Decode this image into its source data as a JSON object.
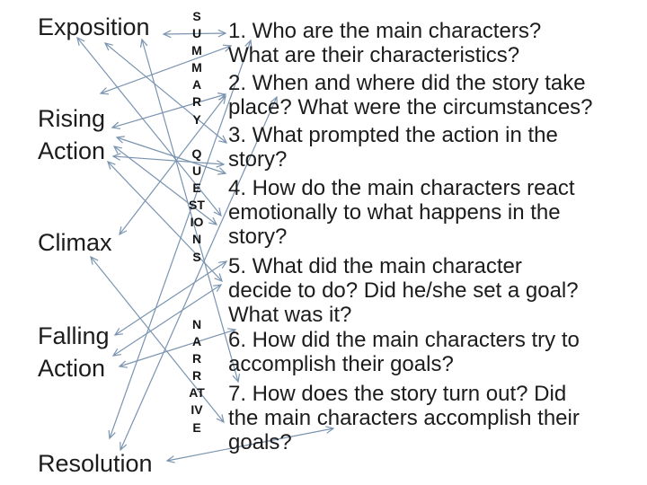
{
  "colors": {
    "arrow": "#7a94b0",
    "text": "#1c1c1c",
    "background": "#ffffff"
  },
  "left_labels": [
    "Exposition",
    "Rising Action",
    "Climax",
    "Falling Action",
    "Resolution"
  ],
  "vertical_labels": [
    "SUMMARY",
    "QUESTIONS",
    "NARRATIVE"
  ],
  "questions": [
    {
      "lines": [
        "1. Who are the main characters?",
        "What are their characteristics?"
      ]
    },
    {
      "lines": [
        "2. When and where did the story take",
        "place? What were the circumstances?"
      ]
    },
    {
      "lines": [
        "3. What prompted the action in the",
        "story?"
      ]
    },
    {
      "lines": [
        "4. How do the main characters react",
        "emotionally to what happens in the",
        "story?"
      ]
    },
    {
      "lines": [
        "5. What did the main character",
        "decide to do? Did he/she set a goal?",
        "What was it?"
      ]
    },
    {
      "lines": [
        "6. How did the main characters try to",
        "accomplish their goals?"
      ]
    },
    {
      "lines": [
        "7. How does the story turn out? Did",
        "the main characters accomplish their",
        "goals?"
      ]
    }
  ],
  "arrows": [
    [
      182,
      38,
      251,
      37
    ],
    [
      86,
      42,
      246,
      240
    ],
    [
      117,
      48,
      252,
      159
    ],
    [
      158,
      44,
      265,
      425
    ],
    [
      125,
      142,
      251,
      105
    ],
    [
      112,
      104,
      257,
      51
    ],
    [
      130,
      153,
      251,
      193
    ],
    [
      127,
      163,
      241,
      250
    ],
    [
      120,
      180,
      247,
      313
    ],
    [
      133,
      261,
      251,
      107
    ],
    [
      101,
      286,
      249,
      470
    ],
    [
      128,
      373,
      252,
      291
    ],
    [
      126,
      396,
      246,
      317
    ],
    [
      133,
      408,
      262,
      367
    ],
    [
      122,
      488,
      279,
      45
    ],
    [
      134,
      501,
      308,
      108
    ],
    [
      186,
      513,
      371,
      477
    ],
    [
      126,
      174,
      249,
      183
    ]
  ]
}
